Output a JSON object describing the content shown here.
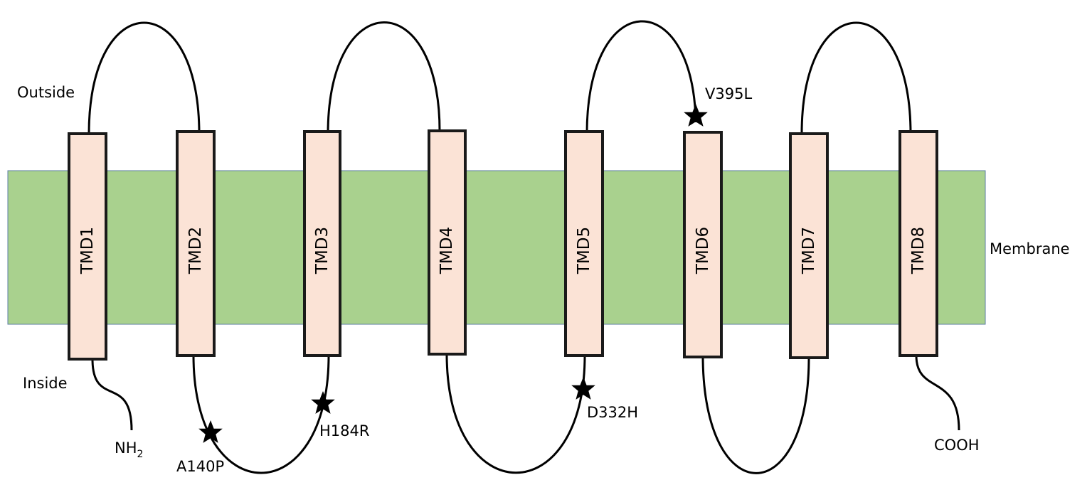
{
  "colors": {
    "membrane_fill": "#a9d18e",
    "membrane_stroke": "#5b7ea3",
    "helix_fill": "#fbe3d6",
    "helix_stroke": "#1a1a1a",
    "line": "#000000"
  },
  "labels": {
    "outside": "Outside",
    "inside": "Inside",
    "membrane": "Membrane",
    "n_terminus_main": "NH",
    "n_terminus_sub": "2",
    "c_terminus": "COOH"
  },
  "helices": [
    {
      "label": "TMD1"
    },
    {
      "label": "TMD2"
    },
    {
      "label": "TMD3"
    },
    {
      "label": "TMD4"
    },
    {
      "label": "TMD5"
    },
    {
      "label": "TMD6"
    },
    {
      "label": "TMD7"
    },
    {
      "label": "TMD8"
    }
  ],
  "mutations": [
    {
      "label": "A140P",
      "marker": "star-icon"
    },
    {
      "label": "H184R",
      "marker": "star-icon"
    },
    {
      "label": "D332H",
      "marker": "star-icon"
    },
    {
      "label": "V395L",
      "marker": "star-icon"
    }
  ]
}
